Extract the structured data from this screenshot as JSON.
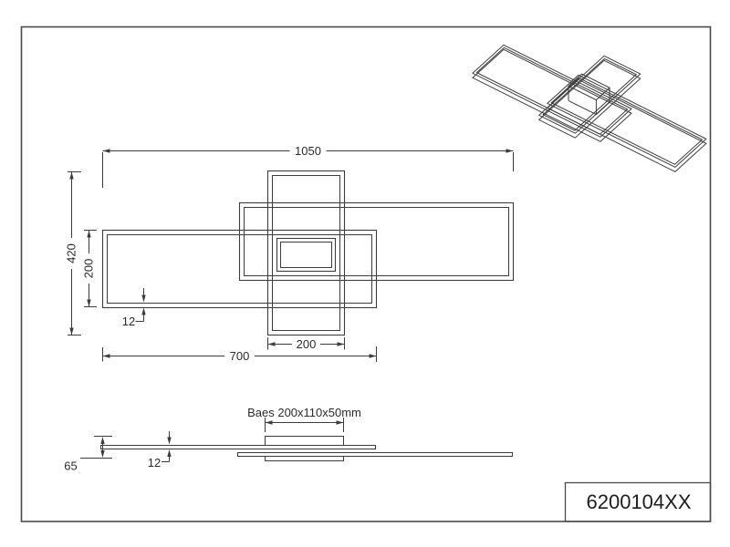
{
  "title_block": {
    "article_number": "6200104XX"
  },
  "top_view": {
    "dim_overall_width": "1050",
    "dim_overall_depth": "420",
    "dim_frame_depth": "200",
    "dim_profile_width": "12",
    "dim_frame_width": "700",
    "dim_canopy_width": "200"
  },
  "side_view": {
    "dim_total_height": "65",
    "dim_profile_thickness": "12",
    "base_label": "Baes 200x110x50mm"
  },
  "colors": {
    "line": "#3c3c3c",
    "background": "#ffffff"
  }
}
